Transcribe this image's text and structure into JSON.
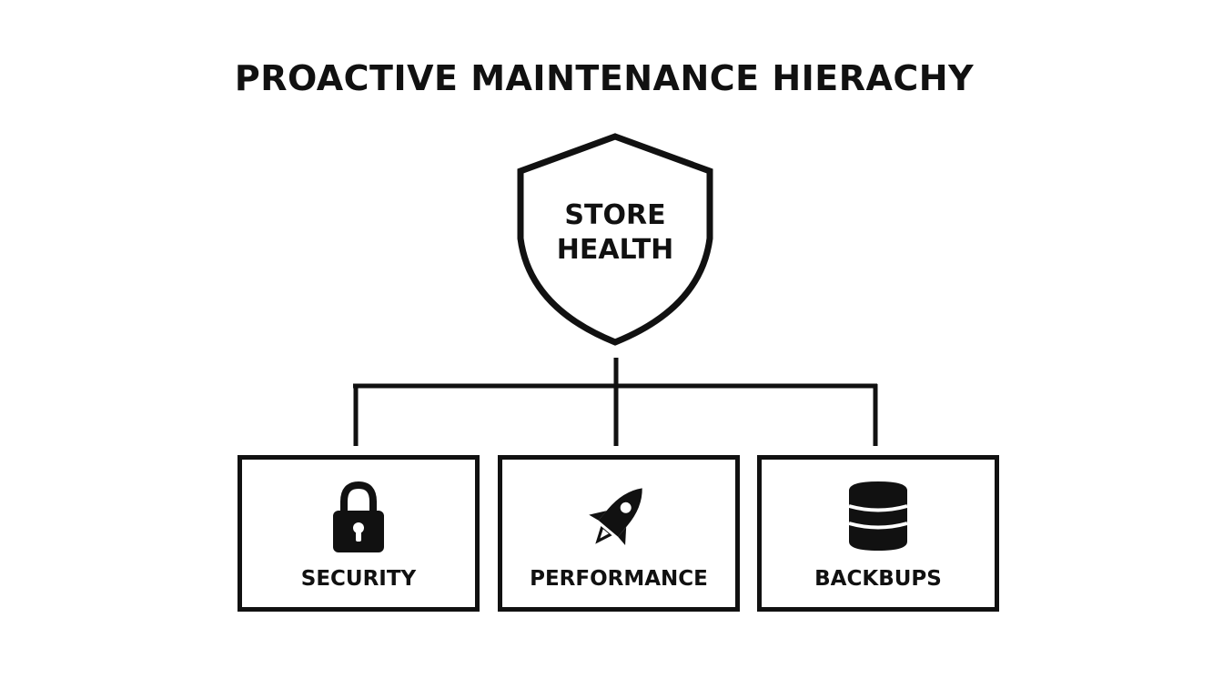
{
  "title": "PROACTIVE MAINTENANCE HIERACHY",
  "root": {
    "label_line1": "STORE",
    "label_line2": "HEALTH",
    "icon": "shield-icon"
  },
  "children": [
    {
      "label": "SECURITY",
      "icon": "padlock-icon"
    },
    {
      "label": "PERFORMANCE",
      "icon": "rocket-icon"
    },
    {
      "label": "BACKBUPS",
      "icon": "database-icon"
    }
  ],
  "colors": {
    "stroke": "#111111",
    "background": "#ffffff"
  }
}
